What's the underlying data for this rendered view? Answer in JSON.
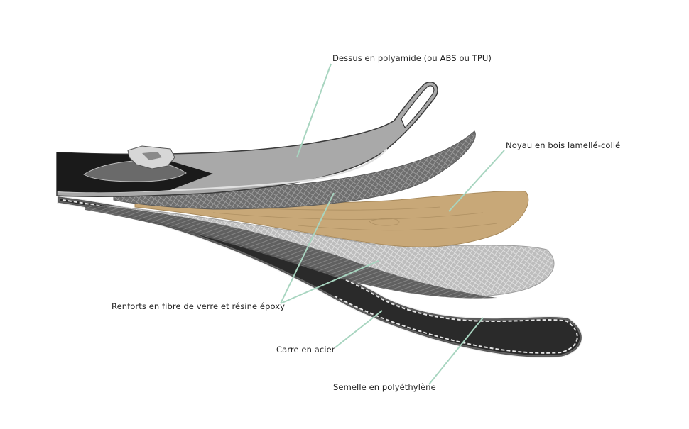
{
  "labels": {
    "top_sheet": "Dessus en polyamide (ou ABS ou TPU)",
    "core": "Noyau en bois lamellé-collé",
    "reinforcement": "Renforts en fibre de verre et résine époxy",
    "steel_edge": "Carre en acier",
    "base": "Semelle en polyéthylène"
  },
  "colors": {
    "leader_line": "#a8d5c0",
    "top_sheet": "#a9a9a9",
    "wood_core": "#c8a878",
    "glass_fiber": "#8a8a8a",
    "base": "#2a2a2a",
    "binding": "#1a1a1a"
  }
}
